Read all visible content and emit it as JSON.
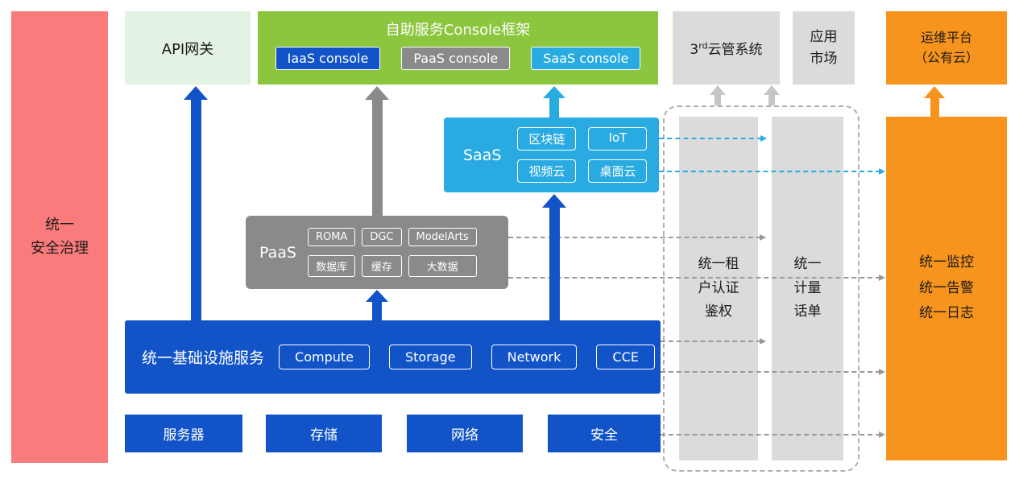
{
  "colors": {
    "security_red": "#F97B7B",
    "console_green": "#8CC63F",
    "api_green_light": "#E4F2E3",
    "infra_blue": "#1254C8",
    "saas_cyan": "#29ABE2",
    "paas_gray": "#8A8A8A",
    "neutral_gray": "#DBDBDB",
    "ops_orange": "#F7941D"
  },
  "security_bar": {
    "label": "统一\n安全治理"
  },
  "api_gateway": {
    "label": "API网关"
  },
  "console_frame": {
    "title": "自助服务Console框架",
    "consoles": [
      {
        "label": "IaaS console"
      },
      {
        "label": "PaaS console"
      },
      {
        "label": "SaaS console"
      }
    ]
  },
  "third_cloud": {
    "num": "3",
    "sup": "rd",
    "rest": "云管系统"
  },
  "app_market": {
    "label": "应用\n市场"
  },
  "ops_platform": {
    "label": "运维平台\n（公有云）"
  },
  "saas_box": {
    "label": "SaaS",
    "chips": [
      "区块链",
      "IoT",
      "视频云",
      "桌面云"
    ]
  },
  "paas_box": {
    "label": "PaaS",
    "chips": [
      "ROMA",
      "DGC",
      "ModelArts",
      "数据库",
      "缓存",
      "大数据"
    ]
  },
  "iaas_box": {
    "label": "统一基础设施服务",
    "chips": [
      "Compute",
      "Storage",
      "Network",
      "CCE"
    ]
  },
  "hardware_row": [
    "服务器",
    "存储",
    "网络",
    "安全"
  ],
  "auth_bar": {
    "label": "统一租\n户认证\n鉴权"
  },
  "metering_bar": {
    "label": "统一\n计量\n话单"
  },
  "monitor_bar": {
    "label": "统一监控\n统一告警\n统一日志"
  }
}
